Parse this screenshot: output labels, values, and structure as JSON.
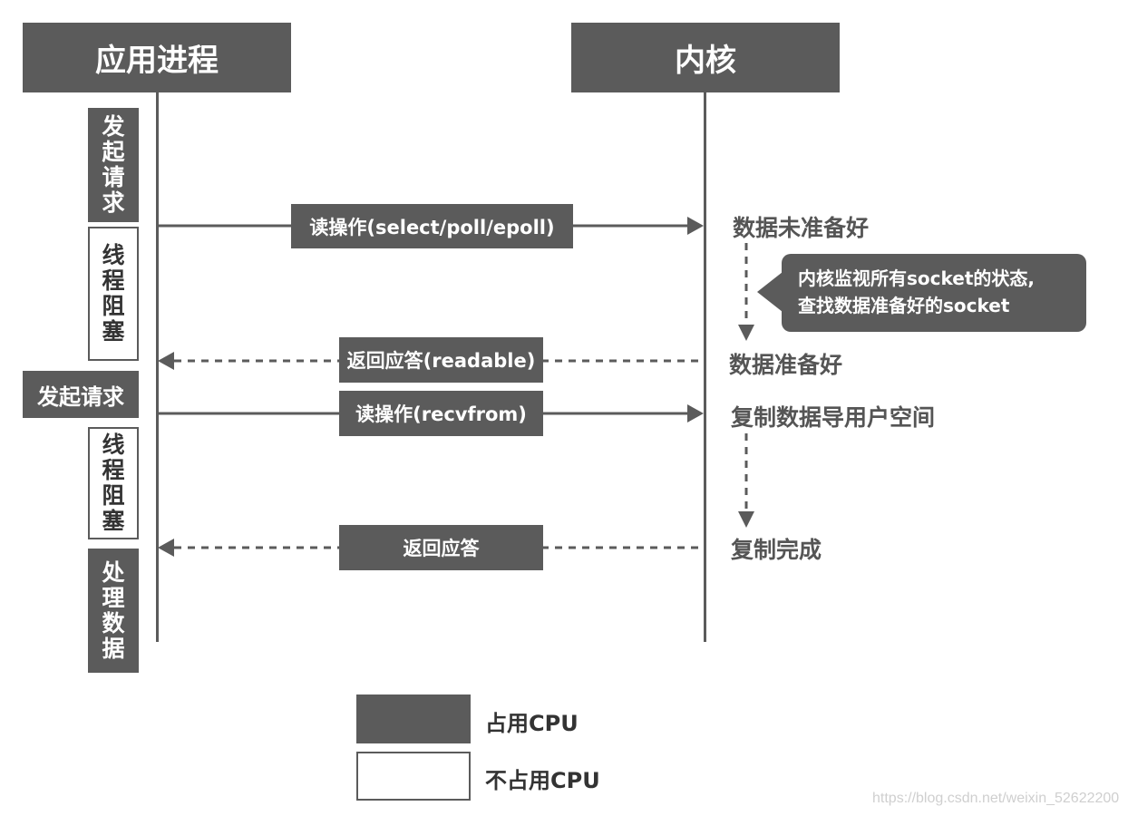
{
  "headers": {
    "process": "应用进程",
    "kernel": "内核"
  },
  "process_blocks": {
    "issue_request_1": "发起请求",
    "thread_blocked_1": "线程阻塞",
    "issue_request_2": "发起请求",
    "thread_blocked_2": "线程阻塞",
    "process_data": "处理数据"
  },
  "messages": {
    "read_select": "读操作(select/poll/epoll)",
    "reply_readable": "返回应答(readable)",
    "read_recvfrom": "读操作(recvfrom)",
    "reply": "返回应答"
  },
  "kernel_states": {
    "data_not_ready": "数据未准备好",
    "data_ready": "数据准备好",
    "copy_to_user": "复制数据导用户空间",
    "copy_done": "复制完成"
  },
  "callout": {
    "line1": "内核监视所有socket的状态,",
    "line2": "查找数据准备好的socket"
  },
  "legend": {
    "uses_cpu": "占用CPU",
    "no_cpu": "不占用CPU"
  },
  "watermark": "https://blog.csdn.net/weixin_52622200",
  "colors": {
    "fill": "#5b5b5b",
    "text": "#555555",
    "background": "#ffffff"
  }
}
